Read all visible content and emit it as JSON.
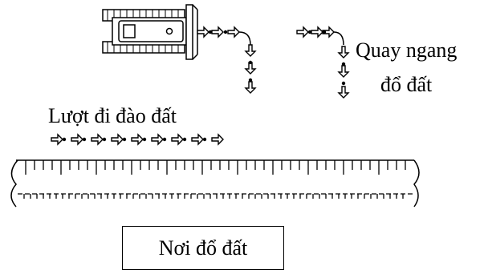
{
  "labels": {
    "turn_line1": "Quay ngang",
    "turn_line2": "đổ đất",
    "excavation_pass": "Lượt đi đào đất",
    "dump_location": "Nơi đổ đất"
  },
  "icons": {
    "bulldozer": "bulldozer-icon",
    "arrow": "outline-arrow-icon"
  },
  "colors": {
    "line": "#000000",
    "background": "#ffffff"
  }
}
